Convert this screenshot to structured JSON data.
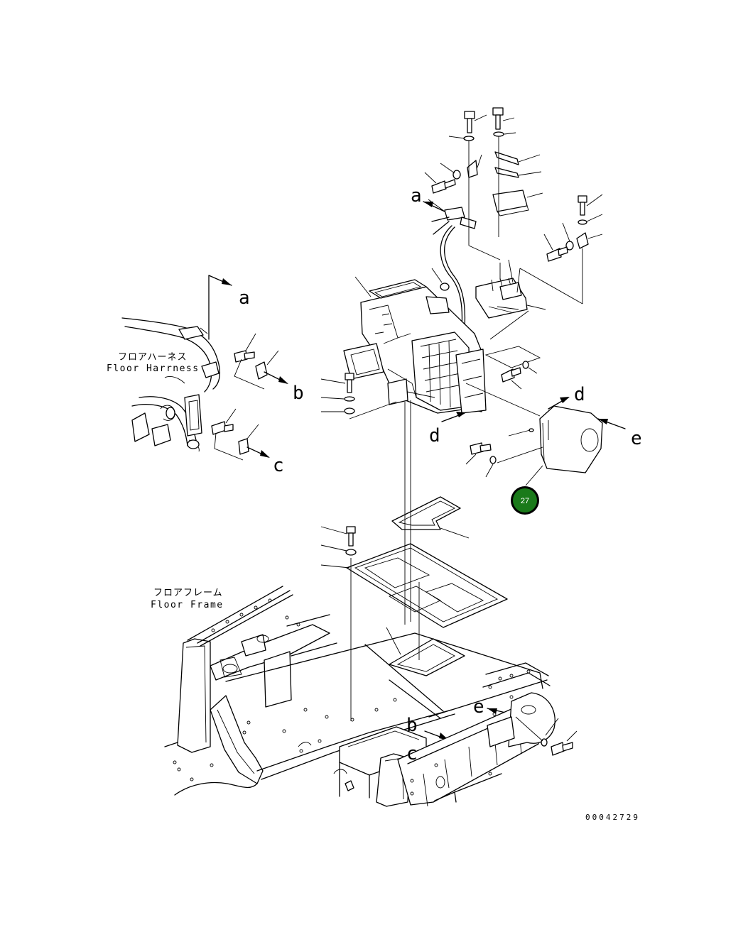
{
  "labels": {
    "floor_harness_jp": "フロアハーネス",
    "floor_harness_en": "Floor Harrness",
    "floor_frame_jp": "フロアフレーム",
    "floor_frame_en": "Floor Frame",
    "drawing_number": "00042729"
  },
  "ref_letters": {
    "a1": "a",
    "a2": "a",
    "b1": "b",
    "b2": "b",
    "c1": "c",
    "c2": "c",
    "d1": "d",
    "d2": "d",
    "e1": "e",
    "e2": "e"
  },
  "callout": {
    "number": "27",
    "color": "#1a7a1a"
  }
}
